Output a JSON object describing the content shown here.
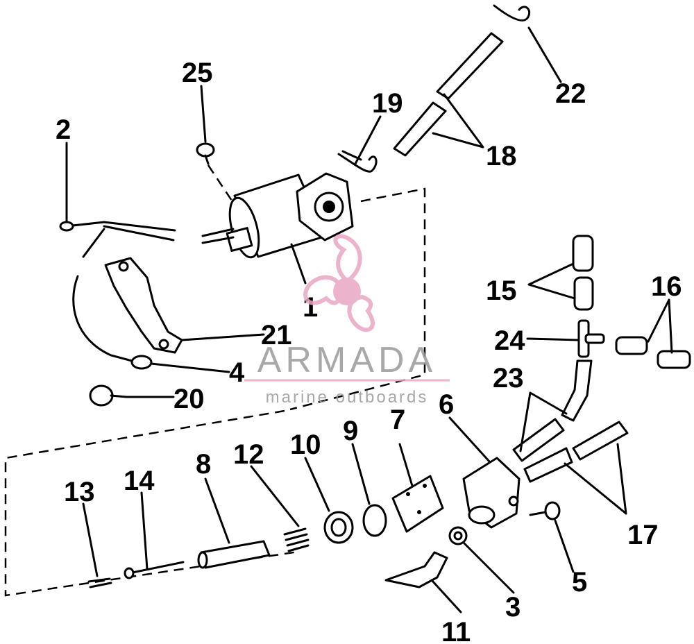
{
  "diagram": {
    "callouts": [
      "1",
      "2",
      "3",
      "4",
      "5",
      "6",
      "7",
      "8",
      "9",
      "10",
      "11",
      "12",
      "13",
      "14",
      "15",
      "16",
      "17",
      "18",
      "19",
      "20",
      "21",
      "22",
      "23",
      "24",
      "25"
    ]
  },
  "watermark": {
    "brand": "ARMADA",
    "tagline": "marine outboards",
    "brand_color": "#e9a6c4"
  }
}
